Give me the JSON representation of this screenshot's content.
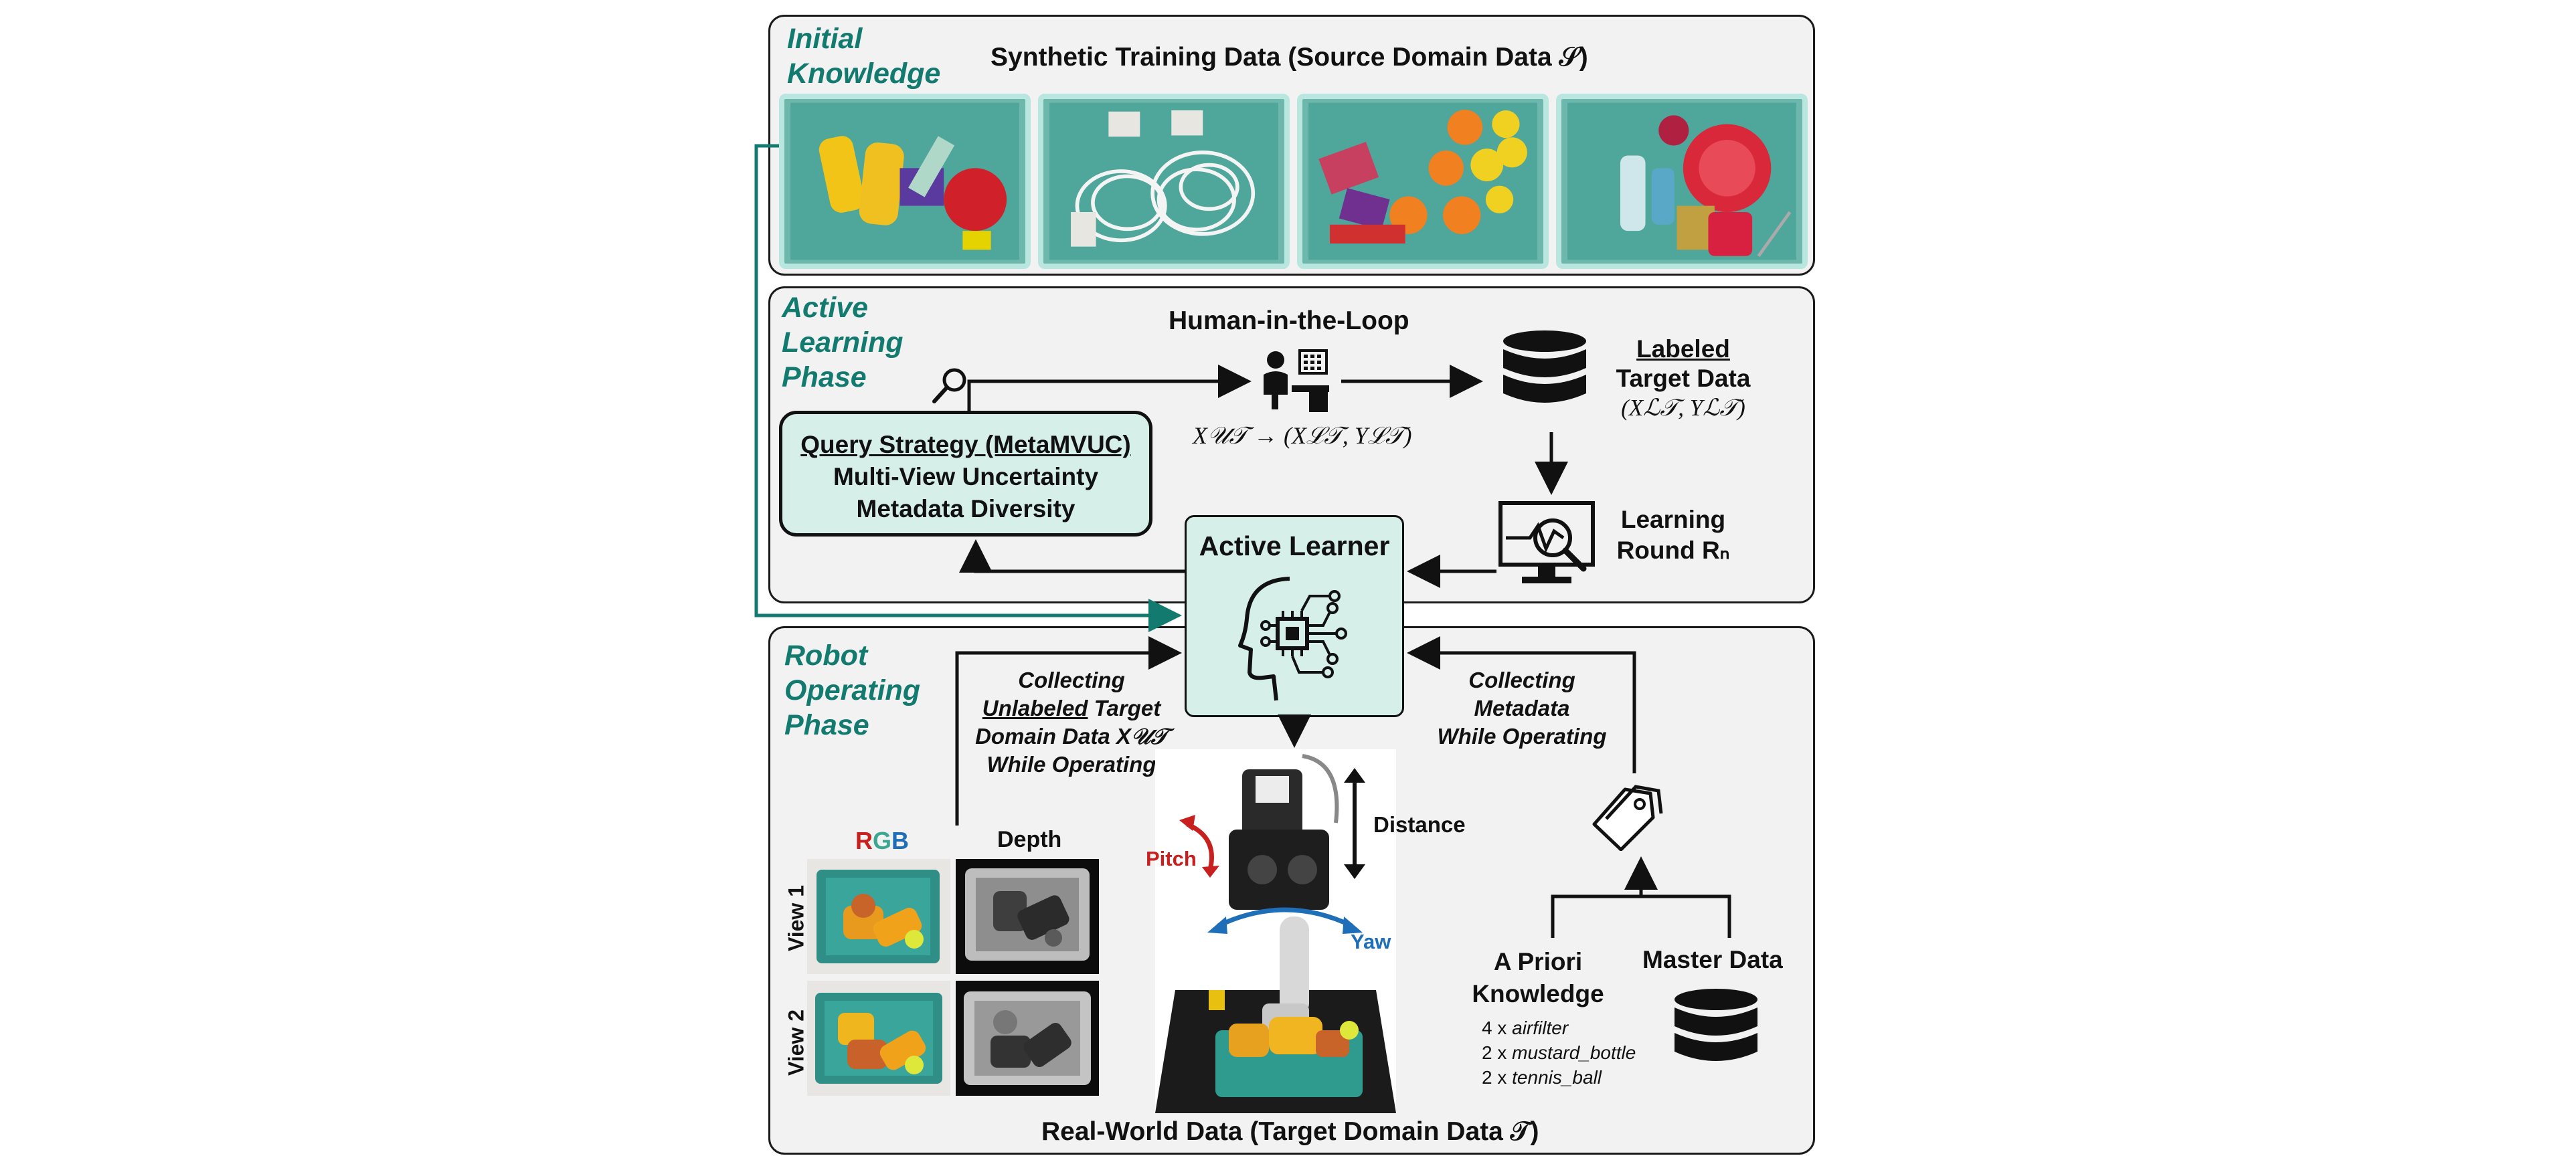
{
  "initial_knowledge": {
    "phase_label": [
      "Initial",
      "Knowledge"
    ],
    "title": "Synthetic Training Data (Source Domain Data 𝒮)"
  },
  "active_learning": {
    "phase_label": [
      "Active",
      "Learning",
      "Phase"
    ],
    "human_in_loop": "Human-in-the-Loop",
    "query_strategy": {
      "title": "Query Strategy (MetaMVUC)",
      "line1": "Multi-View Uncertainty",
      "line2": "Metadata Diversity"
    },
    "mapping_formula": "X𝒰𝒯 → (Xℒ𝒯, Yℒ𝒯)",
    "labeled_data": {
      "word": "Labeled",
      "line2": "Target Data",
      "formula": "(Xℒ𝒯, Yℒ𝒯)"
    },
    "learning_round": {
      "line1": "Learning",
      "line2": "Round Rₙ"
    },
    "active_learner": "Active Learner"
  },
  "robot_operating": {
    "phase_label": [
      "Robot",
      "Operating",
      "Phase"
    ],
    "collecting_unlabeled": {
      "line1": "Collecting",
      "underlined": "Unlabeled",
      "rest1": " Target",
      "line3": "Domain Data X𝒰𝒯",
      "line4": "While Operating"
    },
    "collecting_metadata": [
      "Collecting",
      "Metadata",
      "While Operating"
    ],
    "rgb_label": {
      "r": "R",
      "g": "G",
      "b": "B"
    },
    "depth_label": "Depth",
    "views": [
      "View 1",
      "View 2"
    ],
    "robot": {
      "distance": "Distance",
      "pitch": "Pitch",
      "yaw": "Yaw"
    },
    "a_priori": {
      "title_line1": "A Priori",
      "title_line2": "Knowledge",
      "items": [
        {
          "count": "4 x ",
          "name": "airfilter"
        },
        {
          "count": "2 x ",
          "name": "mustard_bottle"
        },
        {
          "count": "2 x ",
          "name": "tennis_ball"
        }
      ]
    },
    "master_data": "Master Data",
    "footer": "Real-World Data (Target Domain Data 𝒯)"
  },
  "colors": {
    "teal": "#127a6e",
    "box_fill": "#d6efe9",
    "panel_fill": "#f2f2f2",
    "red": "#c8201f",
    "blue": "#1f6fb8",
    "green": "#3aa890"
  },
  "icons": [
    "magnifier-icon",
    "human-operator-icon",
    "database-icon",
    "monitor-chart-icon",
    "ai-head-icon",
    "tag-icon"
  ]
}
